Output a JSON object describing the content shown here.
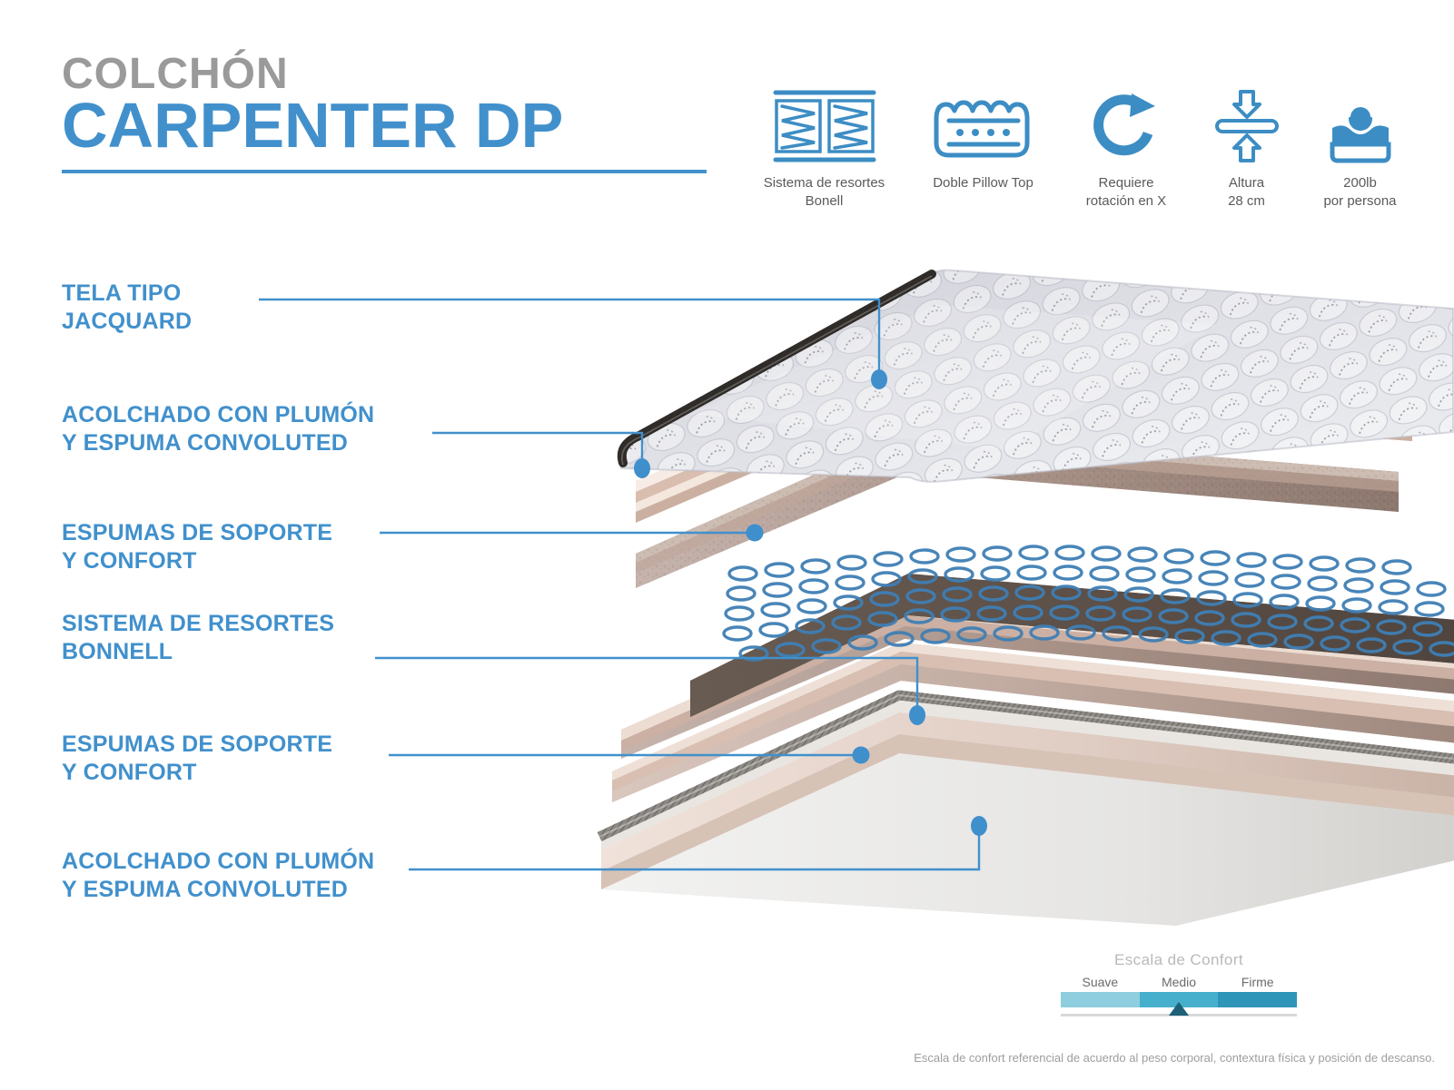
{
  "header": {
    "eyebrow": "COLCHÓN",
    "product_name": "CARPENTER DP"
  },
  "features": [
    {
      "icon": "bonnell-springs-icon",
      "label": "Sistema de resortes\nBonell"
    },
    {
      "icon": "double-pillow-top-icon",
      "label": "Doble Pillow Top"
    },
    {
      "icon": "rotation-arrow-icon",
      "label": "Requiere\nrotación en X"
    },
    {
      "icon": "height-arrows-icon",
      "label": "Altura\n28 cm"
    },
    {
      "icon": "weight-person-icon",
      "label": "200lb\npor persona"
    }
  ],
  "callouts": [
    {
      "id": "tela-jacquard",
      "label": "TELA TIPO\nJACQUARD"
    },
    {
      "id": "acolchado-plumon-superior",
      "label": "ACOLCHADO CON PLUMÓN\nY ESPUMA CONVOLUTED"
    },
    {
      "id": "espumas-soporte-superior",
      "label": "ESPUMAS DE SOPORTE\nY CONFORT"
    },
    {
      "id": "sistema-resortes-bonnell",
      "label": "SISTEMA DE RESORTES\nBONNELL"
    },
    {
      "id": "espumas-soporte-inferior",
      "label": "ESPUMAS DE SOPORTE\nY CONFORT"
    },
    {
      "id": "acolchado-plumon-inferior",
      "label": "ACOLCHADO CON PLUMÓN\nY ESPUMA CONVOLUTED"
    }
  ],
  "comfort_scale": {
    "title": "Escala de Confort",
    "ticks": [
      "Suave",
      "Medio",
      "Firme"
    ],
    "selected": "Medio",
    "segment_colors": [
      "#8ecede",
      "#46b0cc",
      "#2e95b9"
    ],
    "marker_color": "#1d6078",
    "note": "Escala de confort referencial de acuerdo al peso corporal, contextura física y posición de descanso."
  },
  "colors": {
    "brand_blue": "#4190cc",
    "title_gray": "#9a9a9a",
    "icon_blue": "#3c8dc4",
    "leader_blue": "#4190cc"
  }
}
